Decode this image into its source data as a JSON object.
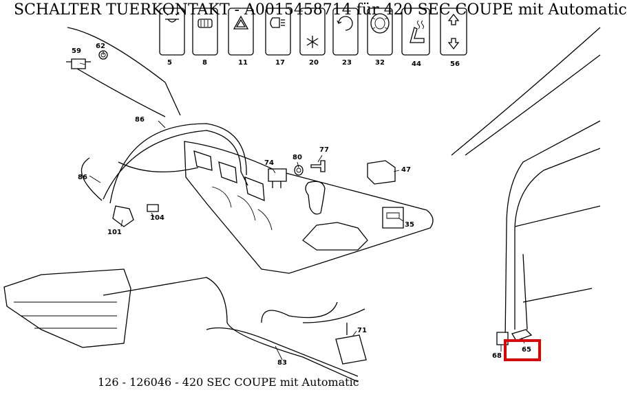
{
  "header": {
    "title": "SCHALTER TUERKONTAKT - A0015458714 für 420 SEC COUPE mit Automatic"
  },
  "footer": {
    "caption": "126 - 126046 - 420 SEC COUPE mit Automatic"
  },
  "switch_strip": [
    {
      "num": "5",
      "icon": "interior-light-icon"
    },
    {
      "num": "8",
      "icon": "rear-defroster-icon"
    },
    {
      "num": "11",
      "icon": "hazard-triangle-icon"
    },
    {
      "num": "17",
      "icon": "headlight-icon"
    },
    {
      "num": "20",
      "icon": "snowflake-icon"
    },
    {
      "num": "23",
      "icon": "recirculation-icon"
    },
    {
      "num": "32",
      "icon": "tire-icon"
    },
    {
      "num": "44",
      "icon": "heated-seat-icon"
    },
    {
      "num": "56",
      "icon": "up-down-arrow-icon"
    }
  ],
  "part_labels": {
    "p59": "59",
    "p62": "62",
    "p86a": "86",
    "p86b": "86",
    "p101": "101",
    "p104": "104",
    "p74": "74",
    "p80": "80",
    "p77": "77",
    "p47": "47",
    "p35": "35",
    "p71": "71",
    "p83": "83",
    "p68": "68",
    "p65": "65"
  },
  "highlight": {
    "part": "65",
    "color": "#e00000"
  }
}
